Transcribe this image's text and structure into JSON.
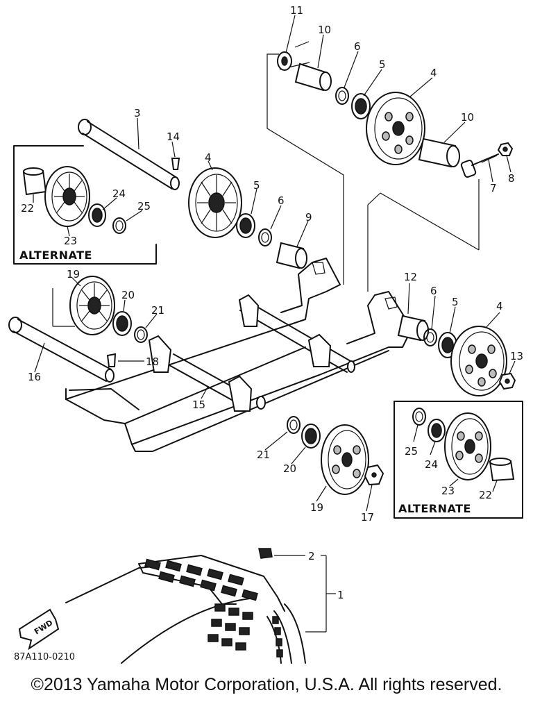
{
  "callouts": {
    "c1": "1",
    "c2": "2",
    "c3": "3",
    "c4a": "4",
    "c4b": "4",
    "c4c": "4",
    "c5a": "5",
    "c5b": "5",
    "c5c": "5",
    "c6a": "6",
    "c6b": "6",
    "c6c": "6",
    "c7": "7",
    "c8": "8",
    "c9": "9",
    "c10a": "10",
    "c10b": "10",
    "c11": "11",
    "c12": "12",
    "c13": "13",
    "c14": "14",
    "c15": "15",
    "c16": "16",
    "c17": "17",
    "c18": "18",
    "c19a": "19",
    "c19b": "19",
    "c20a": "20",
    "c20b": "20",
    "c21a": "21",
    "c21b": "21",
    "c22a": "22",
    "c22b": "22",
    "c23a": "23",
    "c23b": "23",
    "c24a": "24",
    "c24b": "24",
    "c25a": "25",
    "c25b": "25"
  },
  "alternate_label_left": "ALTERNATE",
  "alternate_label_right": "ALTERNATE",
  "fwd_label": "FWD",
  "figure_code": "87A110-0210",
  "copyright": "©2013 Yamaha Motor Corporation, U.S.A. All rights reserved."
}
